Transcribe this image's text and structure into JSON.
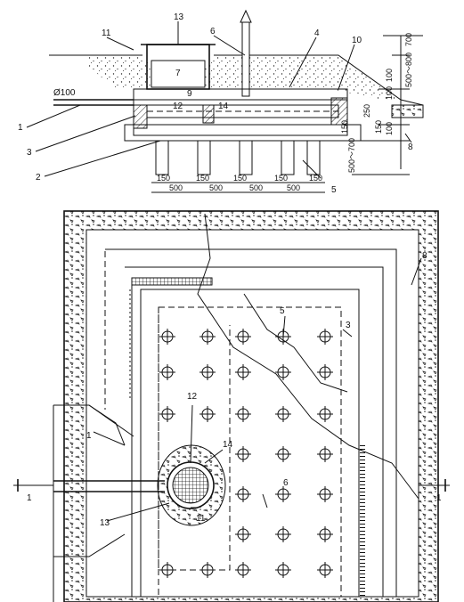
{
  "section": {
    "callouts": [
      "1",
      "2",
      "3",
      "4",
      "5",
      "6",
      "7",
      "8",
      "9",
      "10",
      "11",
      "12",
      "13",
      "14"
    ],
    "pipe_label": "Ø100",
    "right_dims": [
      "700",
      "500～800",
      "100",
      "100",
      "250",
      "150",
      "100",
      "500～700",
      "150"
    ],
    "bottom_dims": [
      "150",
      "500",
      "150",
      "500",
      "150",
      "500",
      "150",
      "500",
      "150"
    ]
  },
  "plan": {
    "callouts": [
      "1",
      "3",
      "5",
      "6",
      "8",
      "11",
      "12",
      "13",
      "14"
    ],
    "section_mark_left": "1",
    "section_mark_right": "1"
  }
}
